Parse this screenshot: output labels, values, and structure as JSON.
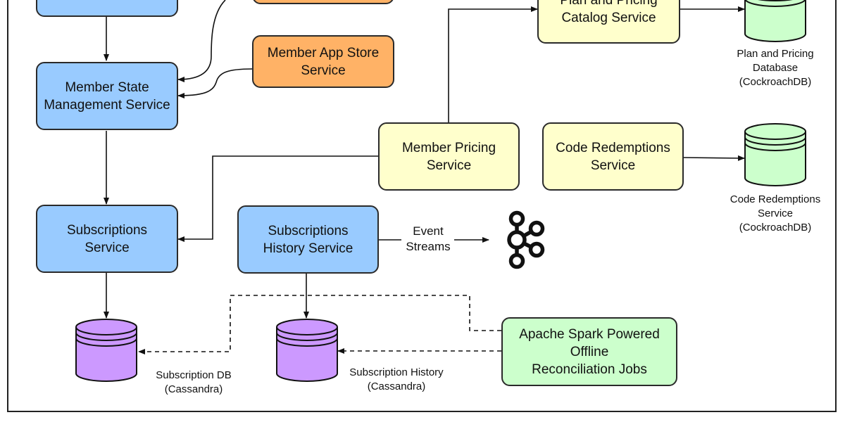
{
  "services": {
    "member_state": "Member State\nManagement Service",
    "member_app_store": "Member App Store\nService",
    "plan_pricing_catalog": "Plan and Pricing\nCatalog Service",
    "member_pricing": "Member Pricing\nService",
    "code_redemptions": "Code Redemptions\nService",
    "subscriptions": "Subscriptions\nService",
    "subscriptions_history": "Subscriptions\nHistory Service",
    "spark_jobs": "Apache Spark Powered\nOffline\nReconciliation Jobs"
  },
  "databases": {
    "plan_pricing_db": "Plan and Pricing\nDatabase\n(CockroachDB)",
    "code_redemptions_db": "Code Redemptions\nService\n(CockroachDB)",
    "subscription_db": "Subscription DB\n(Cassandra)",
    "subscription_history_db": "Subscription History\n(Cassandra)"
  },
  "edges": {
    "event_streams": "Event\nStreams"
  },
  "icons": {
    "kafka": "kafka-icon"
  },
  "colors": {
    "blue_service": "#99cbff",
    "orange_service": "#ffb266",
    "yellow_service": "#ffffcc",
    "green_service": "#ccffcc",
    "purple_db": "#cc99ff",
    "green_db": "#ccffcc"
  }
}
